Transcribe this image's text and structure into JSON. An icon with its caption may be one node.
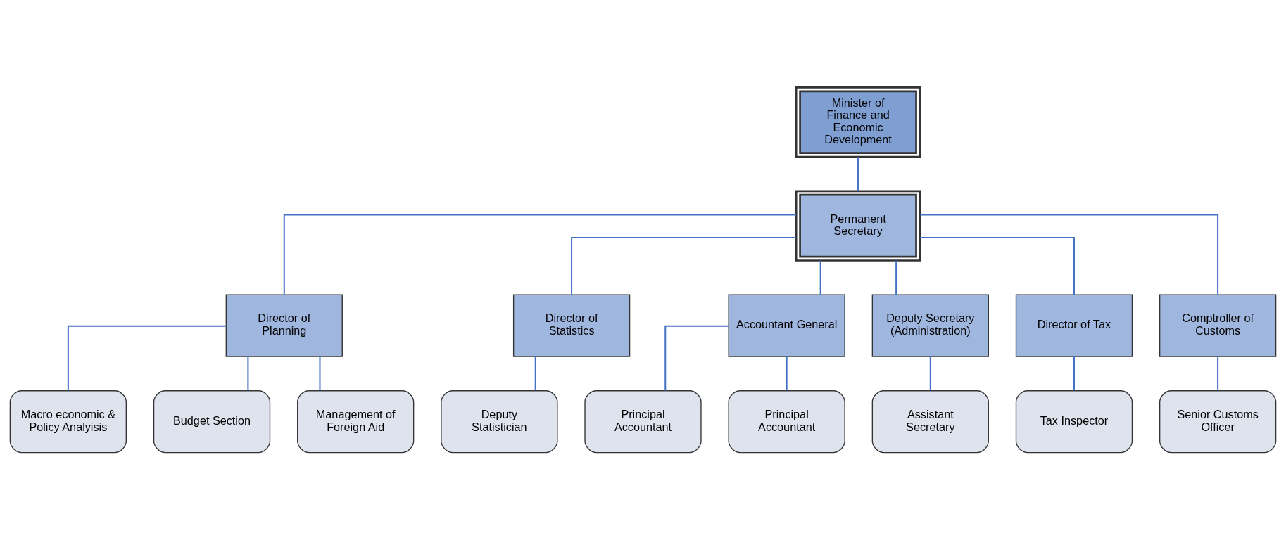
{
  "diagram": {
    "nodes": [
      {
        "text": [
          "Minister of Finance and Economic Development"
        ]
      },
      {
        "text": [
          "Permanent Secretary"
        ]
      },
      {
        "text": [
          "Director of Planning"
        ]
      },
      {
        "text": [
          "Director of Statistics"
        ]
      },
      {
        "text": [
          "Accountant General"
        ]
      },
      {
        "text": [
          "Deputy Secretary (Administration)"
        ]
      },
      {
        "text": [
          "Director of Tax"
        ]
      },
      {
        "text": [
          "Comptroller of Customs"
        ]
      },
      {
        "text": [
          "Macro economic & Policy Analyisis"
        ]
      },
      {
        "text": [
          "Budget Section"
        ]
      },
      {
        "text": [
          "Management of Foreign Aid"
        ]
      },
      {
        "text": [
          "Deputy Statistician"
        ]
      },
      {
        "text": [
          "Principal Accountant"
        ]
      },
      {
        "text": [
          "Principal Accountant"
        ]
      },
      {
        "text": [
          "Assistant Secretary"
        ]
      },
      {
        "text": [
          "Tax Inspector"
        ]
      },
      {
        "text": [
          "Senior Customs Officer"
        ]
      }
    ],
    "edges": [
      {
        "from": 0,
        "to": 1,
        "arrow": "none"
      },
      {
        "from": 1,
        "to": 2,
        "arrow": "none"
      },
      {
        "from": 1,
        "to": 3,
        "arrow": "none"
      },
      {
        "from": 1,
        "to": 4,
        "arrow": "none"
      },
      {
        "from": 1,
        "to": 5,
        "arrow": "none"
      },
      {
        "from": 1,
        "to": 6,
        "arrow": "none"
      },
      {
        "from": 1,
        "to": 7,
        "arrow": "none"
      },
      {
        "from": 2,
        "to": 8,
        "arrow": "none"
      },
      {
        "from": 2,
        "to": 9,
        "arrow": "none"
      },
      {
        "from": 2,
        "to": 10,
        "arrow": "none"
      },
      {
        "from": 3,
        "to": 11,
        "arrow": "none"
      },
      {
        "from": 4,
        "to": 12,
        "arrow": "none"
      },
      {
        "from": 4,
        "to": 13,
        "arrow": "none"
      },
      {
        "from": 5,
        "to": 14,
        "arrow": "none"
      },
      {
        "from": 6,
        "to": 15,
        "arrow": "none"
      },
      {
        "from": 7,
        "to": 16,
        "arrow": "none"
      }
    ]
  }
}
